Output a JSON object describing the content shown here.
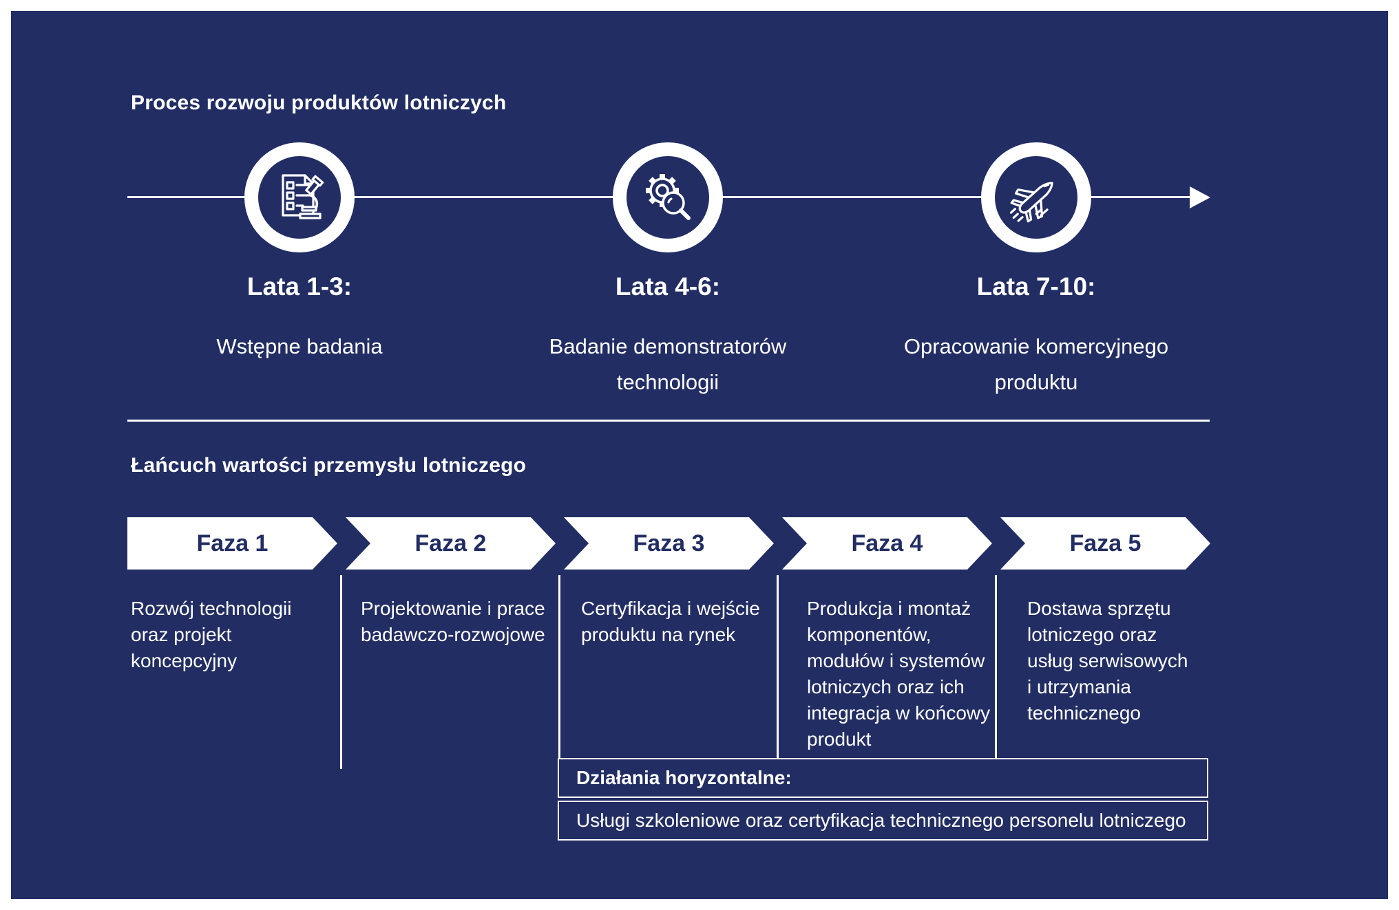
{
  "colors": {
    "background": "#222d63",
    "foreground": "#ffffff"
  },
  "process": {
    "title": "Proces rozwoju produktów lotniczych",
    "steps": [
      {
        "icon": "research-checklist-microscope-icon",
        "period": "Lata 1-3:",
        "description": "Wstępne badania"
      },
      {
        "icon": "gear-magnifier-icon",
        "period": "Lata 4-6:",
        "description": "Badanie demonstratorów\ntechnologii"
      },
      {
        "icon": "airplane-icon",
        "period": "Lata 7-10:",
        "description": "Opracowanie komercyjnego\nproduktu"
      }
    ]
  },
  "value_chain": {
    "title": "Łańcuch wartości przemysłu lotniczego",
    "phases": [
      {
        "label": "Faza 1",
        "description": "Rozwój technologii\noraz projekt\nkoncepcyjny"
      },
      {
        "label": "Faza 2",
        "description": "Projektowanie i prace\nbadawczo-rozwojowe"
      },
      {
        "label": "Faza 3",
        "description": "Certyfikacja i wejście\nproduktu na rynek"
      },
      {
        "label": "Faza 4",
        "description": "Produkcja i montaż\nkomponentów,\nmodułów i systemów\nlotniczych oraz ich\nintegracja w końcowy\nprodukt"
      },
      {
        "label": "Faza 5",
        "description": "Dostawa sprzętu\nlotniczego oraz\nusług serwisowych\ni utrzymania\ntechnicznego"
      }
    ],
    "horizontal_activities": {
      "title": "Działania horyzontalne:",
      "description": "Usługi szkoleniowe oraz certyfikacja technicznego personelu lotniczego"
    }
  }
}
